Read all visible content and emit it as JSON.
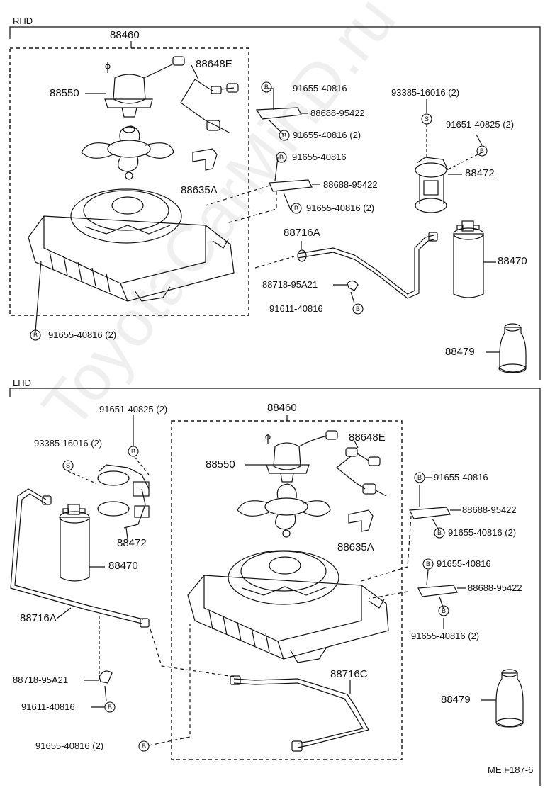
{
  "sections": {
    "rhd": "RHD",
    "lhd": "LHD"
  },
  "footer_code": "ME F187-6",
  "watermark": "ToyotaCarMinD.ru",
  "rhd": {
    "assembly": "88460",
    "motor": "88550",
    "harness": "88648E",
    "bracket_harness": "88635A",
    "bolt_a": "91655-40816",
    "bracket_a": "88688-95422",
    "bolt_a2": "91655-40816 (2)",
    "bolt_b": "91655-40816",
    "bracket_b": "88688-95422",
    "bolt_b2": "91655-40816 (2)",
    "screw": "93385-16016 (2)",
    "bolt_c": "91651-40825 (2)",
    "receiver_bracket": "88472",
    "receiver": "88470",
    "pipe": "88716A",
    "clamp": "88718-95A21",
    "bolt_d": "91611-40816",
    "oil": "88479",
    "bolt_bottom": "91655-40816 (2)"
  },
  "lhd": {
    "bolt_c": "91651-40825 (2)",
    "screw": "93385-16016 (2)",
    "assembly": "88460",
    "harness": "88648E",
    "motor": "88550",
    "receiver_bracket": "88472",
    "receiver": "88470",
    "bracket_harness": "88635A",
    "pipe": "88716A",
    "bolt_a": "91655-40816",
    "bracket_a": "88688-95422",
    "bolt_a2": "91655-40816 (2)",
    "bolt_b": "91655-40816",
    "bracket_b": "88688-95422",
    "bolt_b2": "91655-40816 (2)",
    "pipe_c": "88716C",
    "clamp": "88718-95A21",
    "bolt_d": "91611-40816",
    "oil": "88479",
    "bolt_bottom": "91655-40816 (2)"
  }
}
